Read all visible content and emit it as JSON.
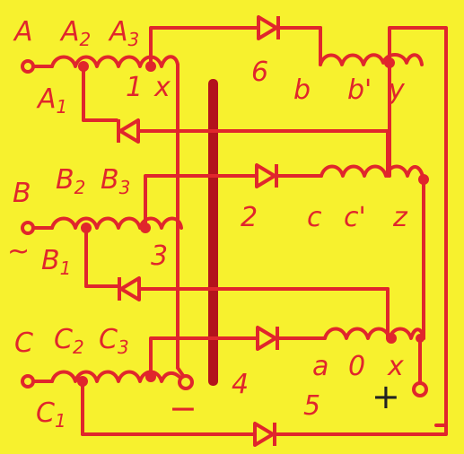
{
  "colors": {
    "background": "#f7f12e",
    "wire": "#e0262c",
    "core": "#b3121c",
    "text": "#e0262c",
    "plus_sign": "#222222"
  },
  "labels": {
    "phase_a": "A",
    "a2": "A",
    "a2_sub": "2",
    "a3": "A",
    "a3_sub": "3",
    "a1": "A",
    "a1_sub": "1",
    "num_1": "1",
    "x_upper": "x",
    "num_6": "6",
    "b_small": "b",
    "b_prime": "b'",
    "y": "y",
    "phase_b": "B",
    "b2": "B",
    "b2_sub": "2",
    "b3": "B",
    "b3_sub": "3",
    "b1": "B",
    "b1_sub": "1",
    "tilde": "~",
    "num_3": "3",
    "num_2": "2",
    "c_small": "c",
    "c_prime": "c'",
    "z": "z",
    "phase_c": "C",
    "c2": "C",
    "c2_sub": "2",
    "c3": "C",
    "c3_sub": "3",
    "c1": "C",
    "c1_sub": "1",
    "num_4": "4",
    "minus": "−",
    "num_5": "5",
    "a_small": "a",
    "zero": "0",
    "x_lower": "x",
    "plus": "+"
  }
}
